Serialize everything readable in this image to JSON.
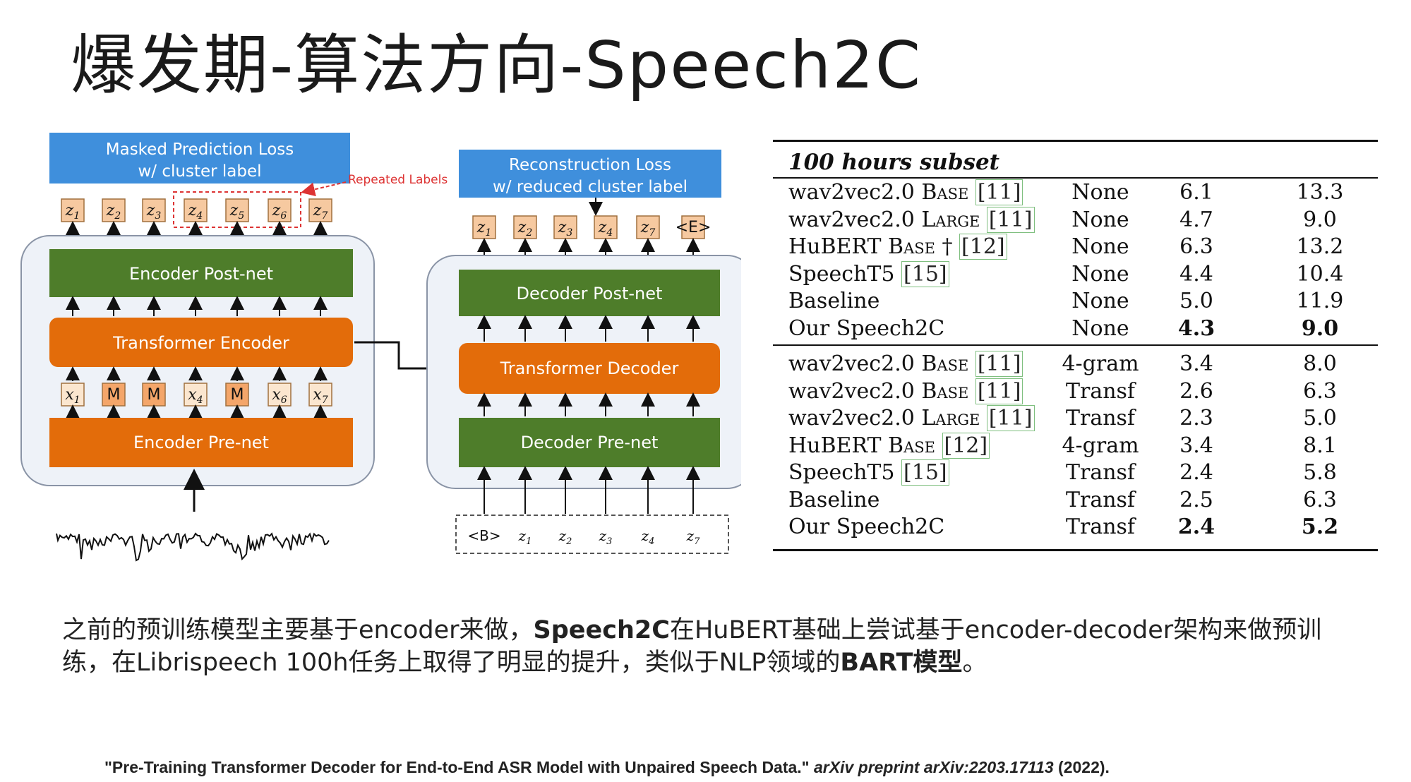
{
  "title": "爆发期-算法方向-Speech2C",
  "diagram": {
    "encoder": {
      "loss_line1": "Masked Prediction Loss",
      "loss_line2": "w/ cluster label",
      "repeated_labels": "Repeated Labels",
      "postnet": "Encoder Post-net",
      "transformer": "Transformer Encoder",
      "prenet": "Encoder Pre-net",
      "targets": [
        "z1",
        "z2",
        "z3",
        "z4",
        "z5",
        "z6",
        "z7"
      ],
      "inputs": [
        "x1",
        "M",
        "M",
        "x4",
        "M",
        "x6",
        "x7"
      ]
    },
    "decoder": {
      "loss_line1": "Reconstruction Loss",
      "loss_line2": "w/ reduced cluster label",
      "postnet": "Decoder Post-net",
      "transformer": "Transformer Decoder",
      "prenet": "Decoder Pre-net",
      "targets": [
        "z1",
        "z2",
        "z3",
        "z4",
        "z7",
        "<E>"
      ],
      "inputs": [
        "<B>",
        "z1",
        "z2",
        "z3",
        "z4",
        "z7"
      ]
    },
    "colors": {
      "loss": "#3f8fdc",
      "postnet": "#4e7d2a",
      "transformer": "#e36c0a",
      "token": "#f6c9a0",
      "mask": "#f4a66a"
    }
  },
  "table": {
    "subset_label": "100 hours subset",
    "group1": [
      {
        "model": "wav2vec2.0 ",
        "variant": "Base",
        "ref": "[11]",
        "lm": "None",
        "clean": "6.1",
        "other": "13.3",
        "bold": false
      },
      {
        "model": "wav2vec2.0 ",
        "variant": "Large",
        "ref": "[11]",
        "lm": "None",
        "clean": "4.7",
        "other": "9.0",
        "bold": false
      },
      {
        "model": "HuBERT ",
        "variant": "Base †",
        "ref": "[12]",
        "lm": "None",
        "clean": "6.3",
        "other": "13.2",
        "bold": false
      },
      {
        "model": "SpeechT5 ",
        "variant": "",
        "ref": "[15]",
        "lm": "None",
        "clean": "4.4",
        "other": "10.4",
        "bold": false
      },
      {
        "model": "Baseline",
        "variant": "",
        "ref": "",
        "lm": "None",
        "clean": "5.0",
        "other": "11.9",
        "bold": false
      },
      {
        "model": "Our Speech2C",
        "variant": "",
        "ref": "",
        "lm": "None",
        "clean": "4.3",
        "other": "9.0",
        "bold": true
      }
    ],
    "group2": [
      {
        "model": "wav2vec2.0 ",
        "variant": "Base",
        "ref": "[11]",
        "lm": "4-gram",
        "clean": "3.4",
        "other": "8.0",
        "bold": false
      },
      {
        "model": "wav2vec2.0 ",
        "variant": "Base",
        "ref": "[11]",
        "lm": "Transf",
        "clean": "2.6",
        "other": "6.3",
        "bold": false
      },
      {
        "model": "wav2vec2.0 ",
        "variant": "Large",
        "ref": "[11]",
        "lm": "Transf",
        "clean": "2.3",
        "other": "5.0",
        "bold": false
      },
      {
        "model": "HuBERT ",
        "variant": "Base",
        "ref": "[12]",
        "lm": "4-gram",
        "clean": "3.4",
        "other": "8.1",
        "bold": false
      },
      {
        "model": "SpeechT5 ",
        "variant": "",
        "ref": "[15]",
        "lm": "Transf",
        "clean": "2.4",
        "other": "5.8",
        "bold": false
      },
      {
        "model": "Baseline",
        "variant": "",
        "ref": "",
        "lm": "Transf",
        "clean": "2.5",
        "other": "6.3",
        "bold": false
      },
      {
        "model": "Our Speech2C",
        "variant": "",
        "ref": "",
        "lm": "Transf",
        "clean": "2.4",
        "other": "5.2",
        "bold": true
      }
    ]
  },
  "description": {
    "part1": "之前的预训练模型主要基于encoder来做，",
    "bold1": "Speech2C",
    "part2": "在HuBERT基础上尝试基于encoder-decoder架构来做预训练，在Librispeech 100h任务上取得了明显的提升，类似于NLP领域的",
    "bold2": "BART模型",
    "part3": "。"
  },
  "citation": {
    "title": "\"Pre-Training Transformer Decoder for End-to-End ASR Model with Unpaired Speech Data.\" ",
    "venue": "arXiv preprint arXiv:2203.17113",
    "year": " (2022)."
  }
}
